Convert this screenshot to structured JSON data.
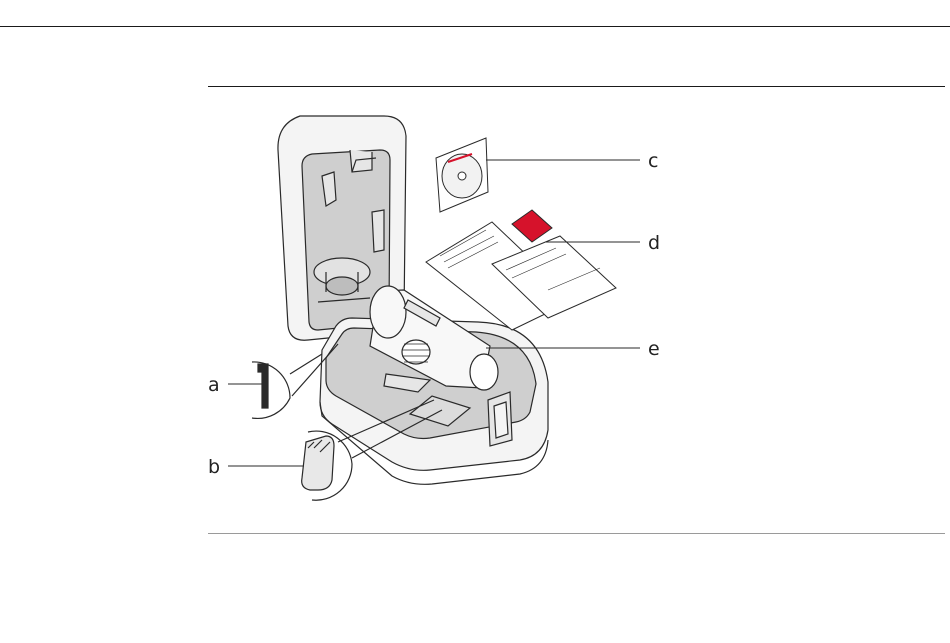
{
  "labels": {
    "a": "a",
    "b": "b",
    "c": "c",
    "d": "d",
    "e": "e"
  },
  "colors": {
    "rule_top": "#1a1a1a",
    "rule_bottom": "#9a9a9a",
    "line": "#2a2a2a",
    "case_fill": "#f4f4f4",
    "foam_fill": "#cfcfcf",
    "accent_red": "#d6122b"
  }
}
